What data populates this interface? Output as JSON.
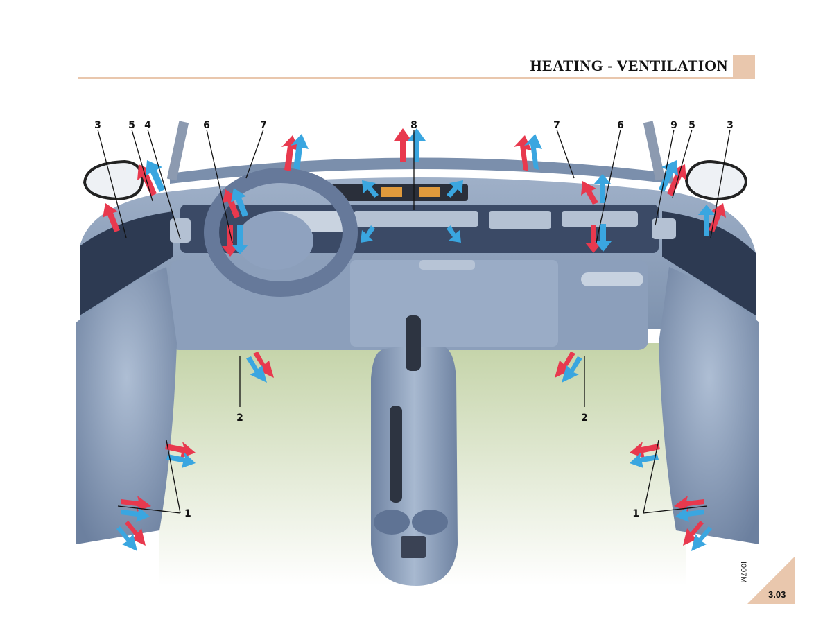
{
  "header": {
    "title": "HEATING - VENTILATION",
    "accent_color": "#e9c7ad"
  },
  "illustration": {
    "callouts_top": [
      "3",
      "5",
      "4",
      "6",
      "7",
      "8",
      "7",
      "6",
      "9",
      "5",
      "3"
    ],
    "callouts_mid": [
      "2",
      "2"
    ],
    "callouts_bottom": [
      "1",
      "1"
    ],
    "warm_air_color": "#e8394e",
    "cool_air_color": "#3aa6e0"
  },
  "footer": {
    "image_code": "I007M",
    "page_number": "3.03"
  }
}
